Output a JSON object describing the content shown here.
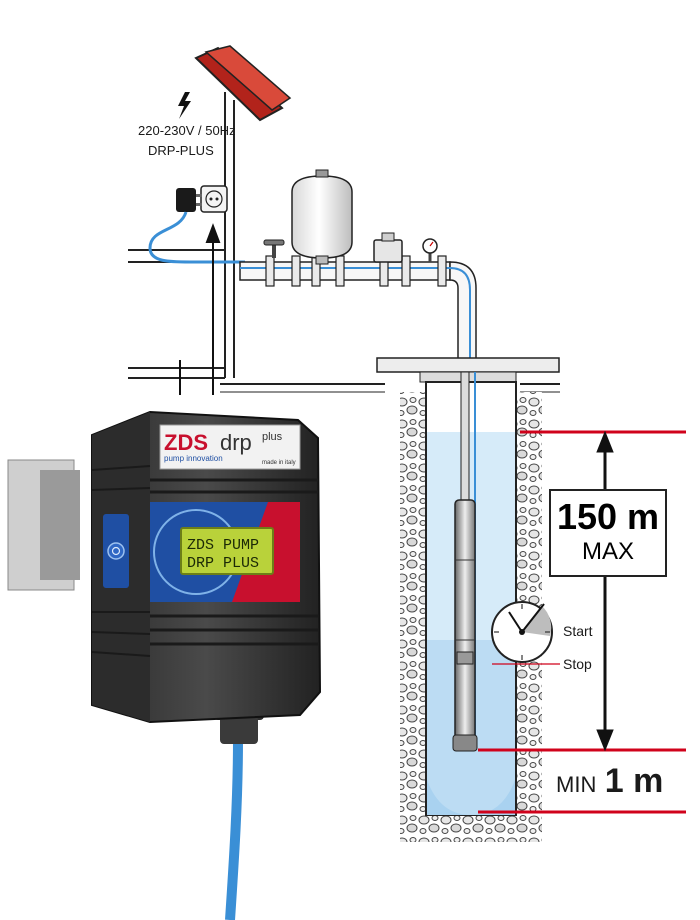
{
  "labels": {
    "voltage": "220-230V / 50Hz",
    "model": "DRP-PLUS"
  },
  "device": {
    "brand": "ZDS",
    "brand_tagline": "pump innovation",
    "product_logo": "drp",
    "product_logo_suffix": "plus",
    "origin": "made in italy",
    "display_line1": "ZDS PUMP",
    "display_line2": "DRP PLUS",
    "icons": [
      "lightning-icon",
      "power-button-icon"
    ]
  },
  "well": {
    "max_depth_value": "150 m",
    "max_depth_caption": "MAX",
    "timer_start_label": "Start",
    "timer_stop_label": "Stop",
    "min_prefix": "MIN",
    "min_value": "1 m"
  },
  "colors": {
    "brand_red": "#c8102e",
    "brand_blue": "#1f4fa3",
    "cable_blue": "#3a8fd6",
    "water": "#cfe6f7",
    "level_line": "#d0021b",
    "lcd_green": "#b9d23a"
  }
}
